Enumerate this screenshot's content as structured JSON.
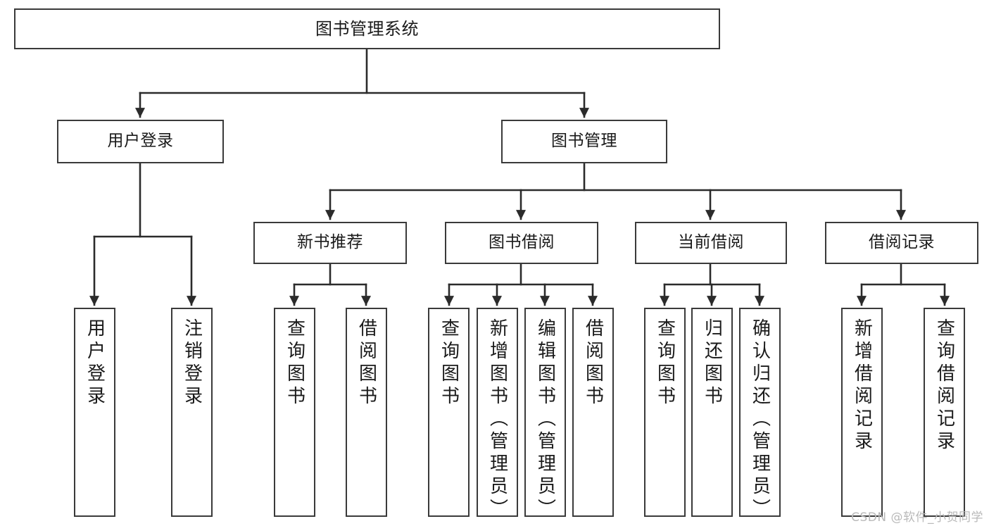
{
  "diagram": {
    "title": "图书管理系统",
    "type": "tree-hierarchy-chart",
    "watermark": "CSDN @软件_小贺同学",
    "colors": {
      "background": "#ffffff",
      "box_border": "#3a3a3a",
      "edge_line": "#2b2b2b",
      "text": "#1a1a1a",
      "watermark": "#b9b9b9"
    }
  },
  "nodes": {
    "root": {
      "label": "图书管理系统"
    },
    "level2": [
      {
        "id": "user-login",
        "label": "用户登录"
      },
      {
        "id": "book-management",
        "label": "图书管理"
      }
    ],
    "level3": [
      {
        "id": "new-book-recommend",
        "label": "新书推荐"
      },
      {
        "id": "book-borrow",
        "label": "图书借阅"
      },
      {
        "id": "current-borrow",
        "label": "当前借阅"
      },
      {
        "id": "borrow-record",
        "label": "借阅记录"
      }
    ],
    "leaves": {
      "user_login": [
        {
          "id": "leaf-user-login",
          "label": "用户登录"
        },
        {
          "id": "leaf-logout-login",
          "label": "注销登录"
        }
      ],
      "new_book_recommend": [
        {
          "id": "leaf-query-book-1",
          "label": "查询图书"
        },
        {
          "id": "leaf-borrow-book-1",
          "label": "借阅图书"
        }
      ],
      "book_borrow": [
        {
          "id": "leaf-query-book-2",
          "label": "查询图书"
        },
        {
          "id": "leaf-add-book",
          "label": "新增图书（管理员）"
        },
        {
          "id": "leaf-edit-book",
          "label": "编辑图书（管理员）"
        },
        {
          "id": "leaf-borrow-book-2",
          "label": "借阅图书"
        }
      ],
      "current_borrow": [
        {
          "id": "leaf-query-book-3",
          "label": "查询图书"
        },
        {
          "id": "leaf-return-book",
          "label": "归还图书"
        },
        {
          "id": "leaf-confirm-return",
          "label": "确认归还（管理员）"
        }
      ],
      "borrow_record": [
        {
          "id": "leaf-add-record",
          "label": "新增借阅记录"
        },
        {
          "id": "leaf-query-record",
          "label": "查询借阅记录"
        }
      ]
    }
  }
}
